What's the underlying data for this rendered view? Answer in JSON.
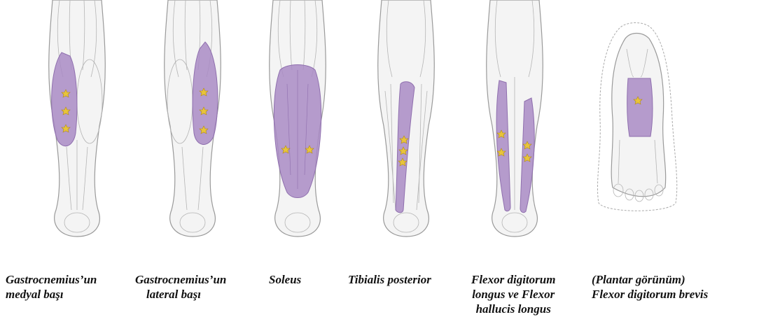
{
  "colors": {
    "muscle_fill": "#a98bc4",
    "muscle_line": "#8f6fae",
    "sketch_line": "#9a9a9a",
    "trigger_star": "#e8c43a"
  },
  "panels": [
    {
      "view": "posterior",
      "caption_lines": [
        "Gastrocnemius’un",
        "medyal başı"
      ]
    },
    {
      "view": "posterior",
      "caption_lines": [
        "Gastrocnemius’un",
        "lateral başı"
      ]
    },
    {
      "view": "posterior",
      "caption_lines": [
        "Soleus"
      ]
    },
    {
      "view": "posterior",
      "caption_lines": [
        "Tibialis posterior"
      ]
    },
    {
      "view": "posterior",
      "caption_lines": [
        "Flexor digitorum",
        "longus ve Flexor",
        "hallucis longus"
      ]
    },
    {
      "view": "plantar",
      "caption_lines": [
        "(Plantar görünüm)",
        "Flexor digitorum brevis"
      ]
    }
  ]
}
